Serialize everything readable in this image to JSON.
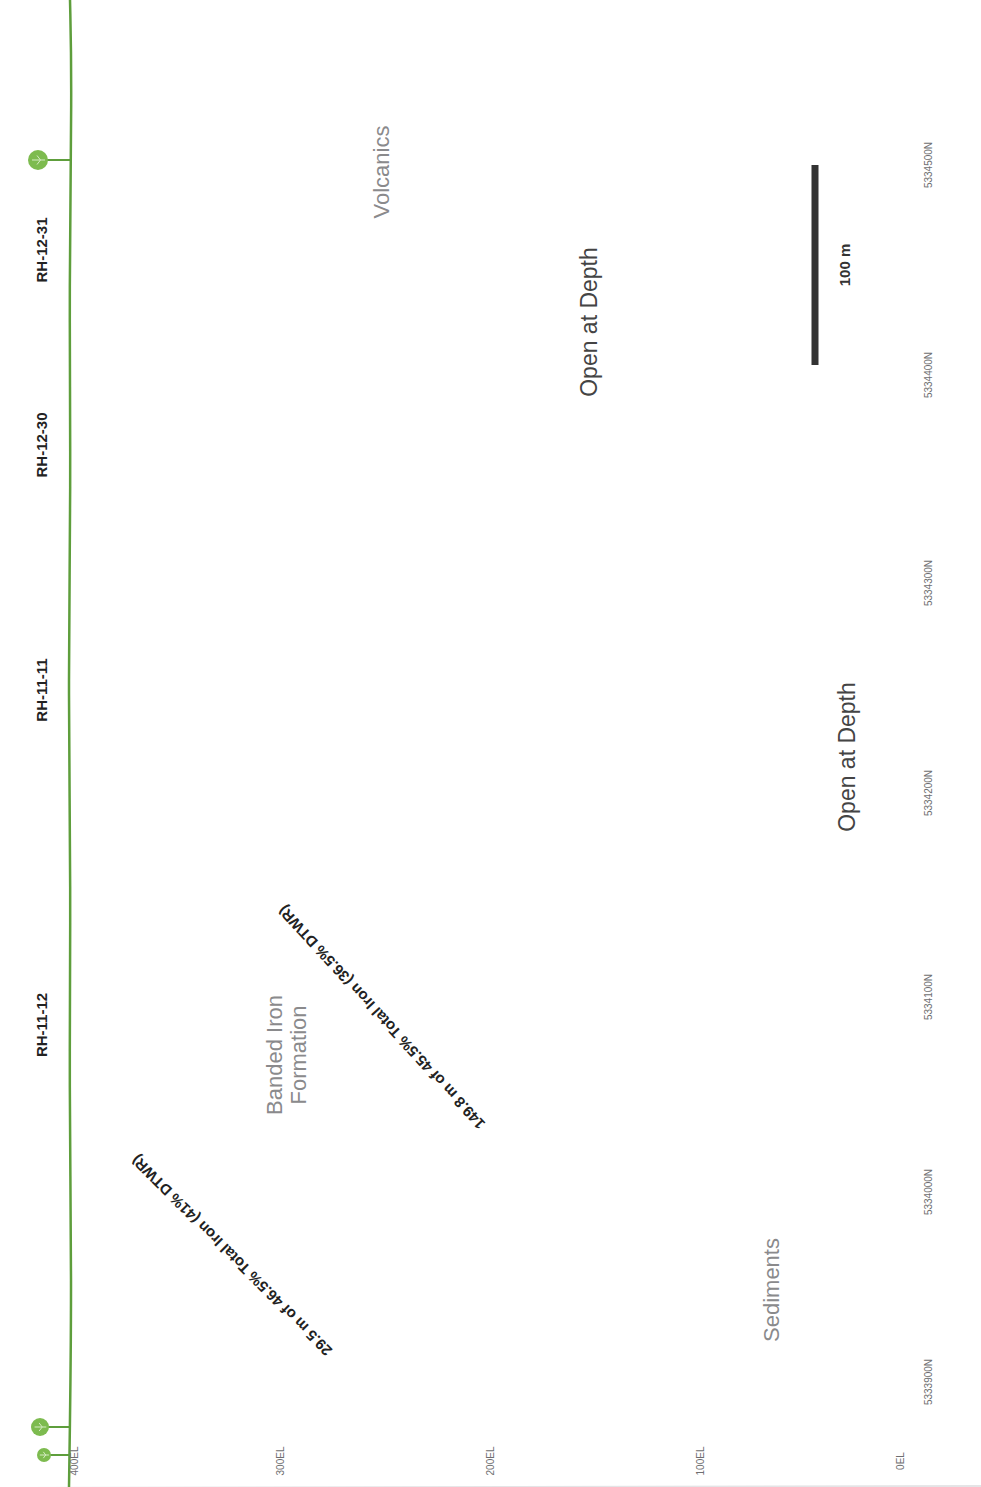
{
  "diagram": {
    "labels": [
      "RH-12-31",
      "RH-12-30",
      "RH-11-11",
      "RH-11-12",
      "Volcanics",
      "Open at Depth",
      "100 m",
      "Open at Depth",
      "149.8 m of 45.5% Total Iron (36.5% DTWR)",
      "Banded Iron Formation",
      "29.5 m of 46.5% Total Iron (41% DTWR)",
      "Sediments",
      "5334500N",
      "5334400N",
      "5334300N",
      "5334200N",
      "5334100N",
      "5334000N",
      "5333900N",
      "400EL",
      "300EL",
      "200EL",
      "100EL",
      "0EL"
    ]
  }
}
